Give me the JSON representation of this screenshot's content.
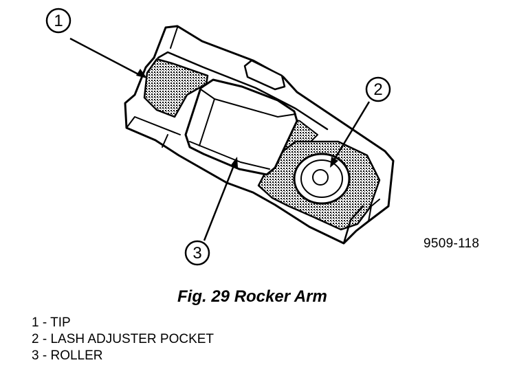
{
  "callouts": [
    {
      "number": "1"
    },
    {
      "number": "2"
    },
    {
      "number": "3"
    }
  ],
  "drawing_id": "9509-118",
  "caption": "Fig. 29 Rocker Arm",
  "legend": [
    {
      "number": "1",
      "label": "TIP"
    },
    {
      "number": "2",
      "label": "LASH ADJUSTER POCKET"
    },
    {
      "number": "3",
      "label": "ROLLER"
    }
  ]
}
